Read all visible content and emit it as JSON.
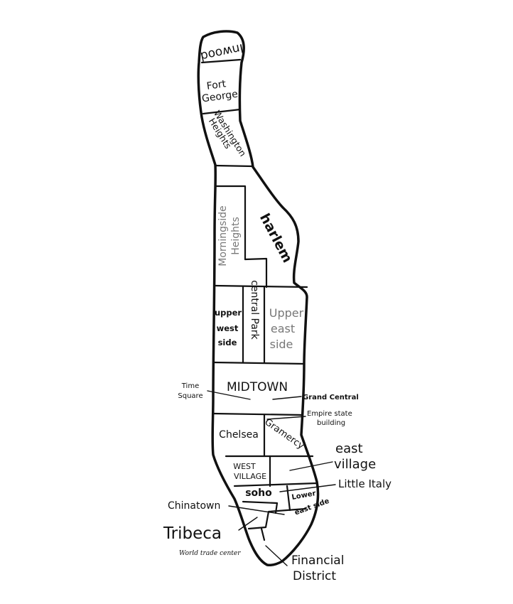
{
  "map": {
    "neighborhoods": {
      "inwood": "Inwood",
      "fort_george_line1": "Fort",
      "fort_george_line2": "George",
      "washington_heights_line1": "Washington",
      "washington_heights_line2": "Heights",
      "morningside_heights_line1": "Morningside",
      "morningside_heights_line2": "Heights",
      "harlem": "harlem",
      "central_park": "central Park",
      "upper_west_side_line1": "upper",
      "upper_west_side_line2": "west",
      "upper_west_side_line3": "side",
      "upper_east_side_line1": "Upper",
      "upper_east_side_line2": "east",
      "upper_east_side_line3": "side",
      "midtown": "MIDTOWN",
      "chelsea": "Chelsea",
      "gramercy": "Gramercy",
      "west_village_line1": "WEST",
      "west_village_line2": "VILLAGE",
      "soho": "soho",
      "lower_east_side_line1": "Lower",
      "lower_east_side_line2": "east side"
    },
    "callouts": {
      "time_square_line1": "Time",
      "time_square_line2": "Square",
      "grand_central": "Grand Central",
      "empire_state_line1": "Empire state",
      "empire_state_line2": "building",
      "east_village_line1": "east",
      "east_village_line2": "village",
      "little_italy": "Little Italy",
      "chinatown": "Chinatown",
      "tribeca": "Tribeca",
      "world_trade_center": "World trade center",
      "financial_district_line1": "Financial",
      "financial_district_line2": "District"
    }
  }
}
